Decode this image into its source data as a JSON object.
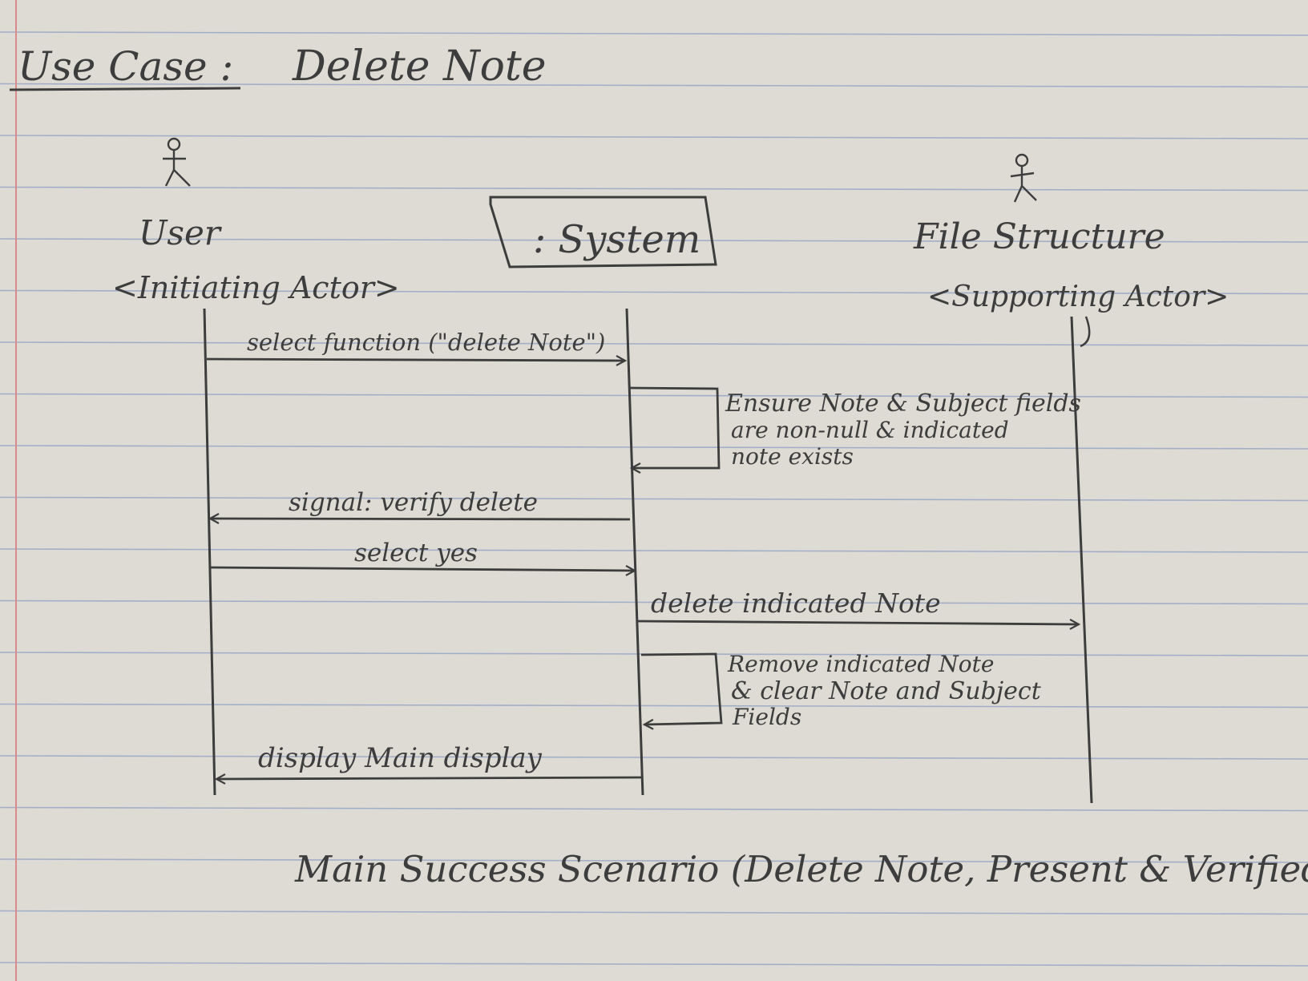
{
  "heading": {
    "prefix": "Use Case :",
    "name": "Delete Note"
  },
  "system": {
    "label": ": System"
  },
  "actors": [
    {
      "name": "User",
      "role": "<Initiating Actor>"
    },
    {
      "name": "File Structure",
      "role": "<Supporting Actor>"
    }
  ],
  "messages": [
    {
      "label": "select function (\"delete Note\")"
    },
    {
      "label": "signal: verify delete"
    },
    {
      "label": "select yes"
    },
    {
      "label": "delete indicated Note"
    },
    {
      "label": "display Main display"
    }
  ],
  "self_calls": [
    {
      "lines": [
        "Ensure Note & Subject fields",
        "are non-null & indicated",
        "note exists"
      ]
    },
    {
      "lines": [
        "Remove indicated Note",
        "& clear Note and Subject",
        "Fields"
      ]
    }
  ],
  "caption": "Main Success Scenario (Delete Note, Present & Verified)",
  "colors": {
    "paper": "#dddbd3",
    "rule_line": "#8f9fc4",
    "margin_line": "#d98a8a",
    "pencil": "#3d3d3d"
  }
}
